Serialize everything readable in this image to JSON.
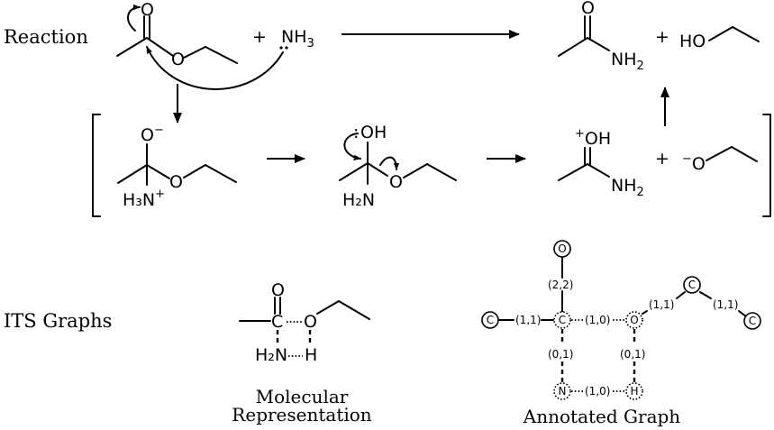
{
  "row_labels": {
    "reaction": "Reaction",
    "its_graphs": "ITS Graphs"
  },
  "captions": {
    "molecular_line1": "Molecular",
    "molecular_line2": "Representation",
    "annotated": "Annotated Graph"
  },
  "atoms": {
    "O": "O",
    "N": "N",
    "H": "H",
    "C": "C",
    "NH": "NH",
    "HO": "HO",
    "OH": "OH",
    "H2N": "H₂N",
    "H3N": "H₃N",
    "sub2": "2",
    "sub3": "3",
    "plus_sign": "+",
    "minus_sign": "−",
    "lone_pair": ":"
  },
  "edge_labels": {
    "co_double": "(2,2)",
    "cc_left": "(1,1)",
    "co_ether": "(1,0)",
    "oc_right": "(1,1)",
    "cc_right": "(1,1)",
    "cn": "(0,1)",
    "oh": "(0,1)",
    "nh": "(1,0)"
  }
}
